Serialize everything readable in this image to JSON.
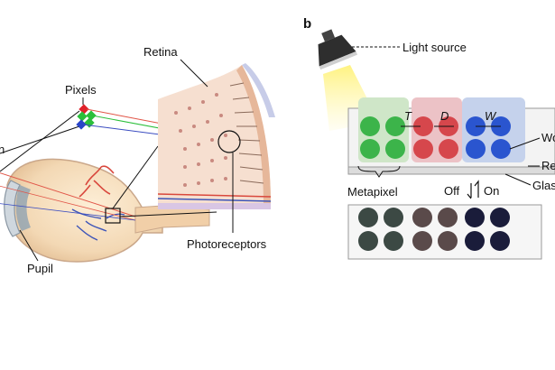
{
  "panel_b": {
    "panel_letter": "b",
    "light_source_label": "Light source",
    "dimension_labels": {
      "t": "T",
      "d": "D",
      "w": "W"
    },
    "right_edge_labels": [
      "Wo",
      "Re",
      "Glas"
    ],
    "metapixel_label": "Metapixel",
    "switch": {
      "off_label": "Off",
      "on_label": "On"
    },
    "on_colors": {
      "green": "#3cb44a",
      "red": "#d6474c",
      "blue": "#2a55cf"
    },
    "off_colors": {
      "green": "#3c4944",
      "red": "#5a4a4a",
      "blue": "#1a1c3a"
    },
    "backing_colors": {
      "green": "#cfe6c8",
      "red": "#ecc2c6",
      "blue": "#c5d2ec"
    }
  },
  "panel_a": {
    "retina_label": "Retina",
    "pixels_label": "Pixels",
    "photoreceptors_label": "Photoreceptors",
    "pupil_label": "Pupil",
    "cut_off_label": "n"
  }
}
